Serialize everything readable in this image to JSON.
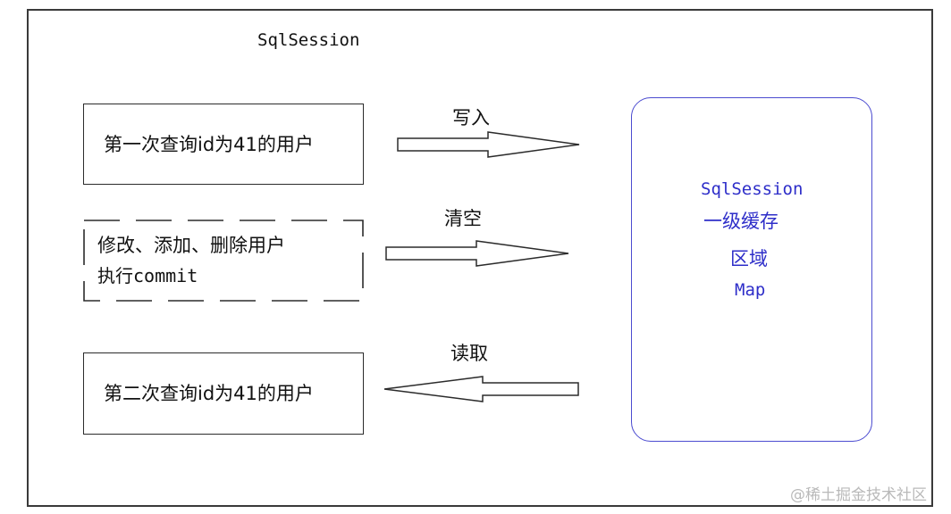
{
  "diagram": {
    "title": "SqlSession",
    "steps": [
      {
        "text": "第一次查询id为41的用户"
      },
      {
        "line1": "修改、添加、删除用户",
        "line2": "执行commit"
      },
      {
        "text": "第二次查询id为41的用户"
      }
    ],
    "arrows": [
      {
        "label": "写入",
        "direction": "right"
      },
      {
        "label": "清空",
        "direction": "right"
      },
      {
        "label": "读取",
        "direction": "left"
      }
    ],
    "cache": {
      "line1": "SqlSession",
      "line2": "一级缓存",
      "line3": "区域",
      "line4": "Map"
    },
    "colors": {
      "border": "#2b2b2b",
      "cache_accent": "#2e2ec9"
    }
  },
  "watermark": "@稀土掘金技术社区"
}
